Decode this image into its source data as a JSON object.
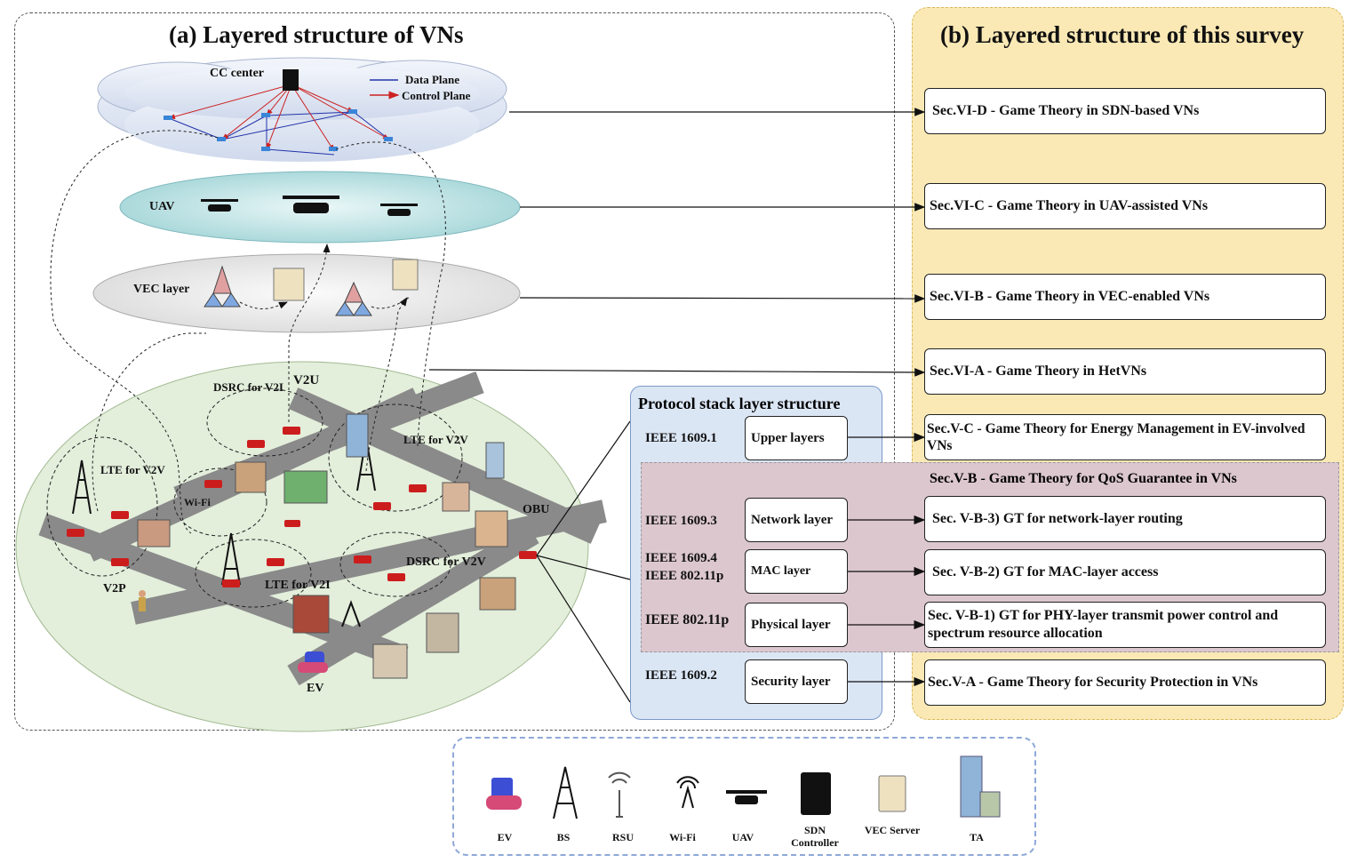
{
  "panel_a": {
    "title": "(a)  Layered structure of VNs",
    "cc_center": "CC center",
    "data_plane": "Data Plane",
    "control_plane": "Control Plane",
    "uav": "UAV",
    "vec_layer": "VEC layer",
    "v2u": "V2U",
    "dsrc_v2i": "DSRC for V2I",
    "lte_v2v_left": "LTE for V2V",
    "lte_v2v_right": "LTE for V2V",
    "wifi": "Wi-Fi",
    "obu": "OBU",
    "dsrc_v2v": "DSRC for V2V",
    "lte_v2i": "LTE for V2I",
    "v2p": "V2P",
    "ev": "EV"
  },
  "protocol": {
    "title": "Protocol stack layer structure",
    "rows": [
      {
        "ieee": "IEEE 1609.1",
        "layer": "Upper layers"
      },
      {
        "ieee": "IEEE 1609.3",
        "layer": "Network layer"
      },
      {
        "ieee": "IEEE 1609.4",
        "ieee2": "IEEE 802.11p",
        "layer": "MAC layer"
      },
      {
        "ieee": "IEEE 802.11p",
        "layer": "Physical layer"
      },
      {
        "ieee": "IEEE 1609.2",
        "layer": "Security layer"
      }
    ]
  },
  "panel_b": {
    "title": "(b)  Layered structure of this survey",
    "sec_vi_d": "Sec.VI-D - Game Theory in SDN-based VNs",
    "sec_vi_c": "Sec.VI-C - Game Theory in UAV-assisted VNs",
    "sec_vi_b": "Sec.VI-B - Game Theory in VEC-enabled VNs",
    "sec_vi_a": "Sec.VI-A - Game Theory in HetVNs",
    "sec_v_c": "Sec.V-C - Game Theory for Energy Management in EV-involved VNs",
    "sec_v_b": "Sec.V-B - Game Theory for QoS Guarantee in VNs",
    "sec_v_b3": "Sec. V-B-3) GT for network-layer routing",
    "sec_v_b2": "Sec. V-B-2) GT for MAC-layer access",
    "sec_v_b1": "Sec. V-B-1) GT for PHY-layer transmit power control and  spectrum resource allocation",
    "sec_v_a": "Sec.V-A - Game Theory for  Security Protection in VNs"
  },
  "legend": {
    "items": [
      {
        "label": "EV",
        "icon": "ev-charger-icon"
      },
      {
        "label": "BS",
        "icon": "base-station-tower-icon"
      },
      {
        "label": "RSU",
        "icon": "rsu-antenna-icon"
      },
      {
        "label": "Wi-Fi",
        "icon": "wifi-icon"
      },
      {
        "label": "UAV",
        "icon": "drone-icon"
      },
      {
        "label": "SDN Controller",
        "icon": "server-black-icon"
      },
      {
        "label": "VEC Server",
        "icon": "server-beige-icon"
      },
      {
        "label": "TA",
        "icon": "building-icon"
      }
    ]
  },
  "colors": {
    "data_plane": "#2233aa",
    "control_plane": "#cc2222",
    "survey_bg": "#fbe9b5",
    "protocol_bg": "#dbe6f5",
    "qos_bg": "#dcc7cf",
    "city_bg": "#e3eedb"
  }
}
